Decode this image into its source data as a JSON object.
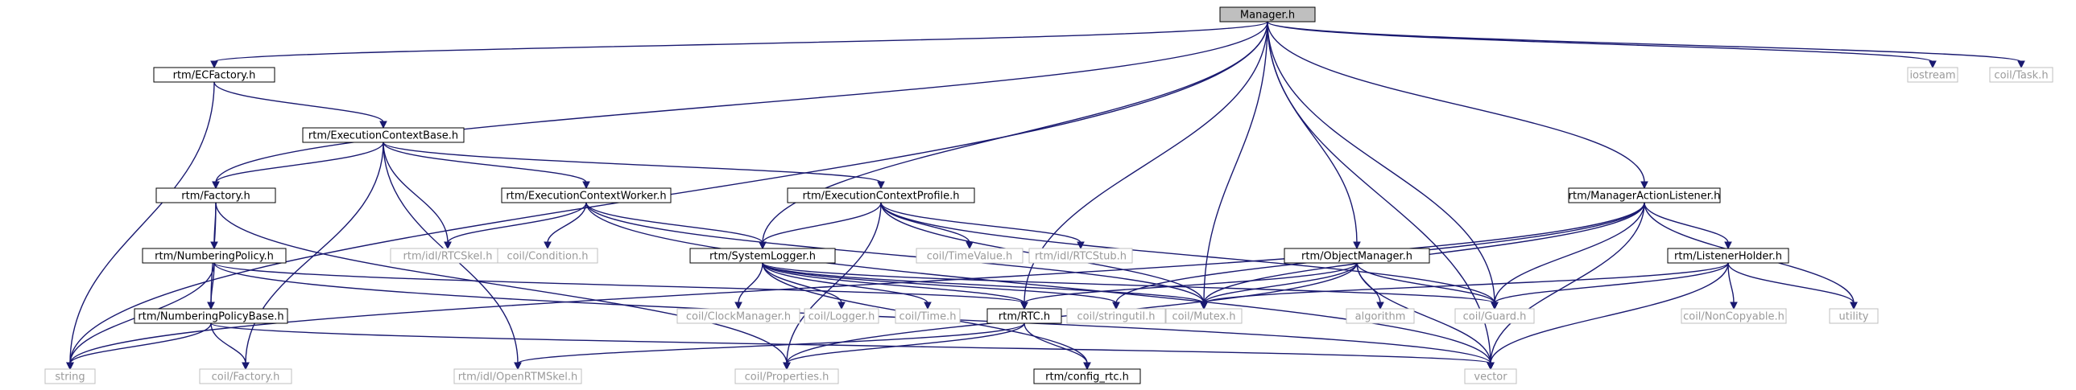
{
  "graph": {
    "colors": {
      "edge": "#191970",
      "root_fill": "#bfbfbf",
      "node_border": "#000000",
      "external_border": "#bfbfbf",
      "external_text": "#9a9a9a"
    },
    "nodes": {
      "manager": {
        "label": "Manager.h",
        "kind": "root"
      },
      "ecfactory": {
        "label": "rtm/ECFactory.h",
        "kind": "doc"
      },
      "ecbase": {
        "label": "rtm/ExecutionContextBase.h",
        "kind": "doc"
      },
      "factory": {
        "label": "rtm/Factory.h",
        "kind": "doc"
      },
      "ecworker": {
        "label": "rtm/ExecutionContextWorker.h",
        "kind": "doc"
      },
      "ecprofile": {
        "label": "rtm/ExecutionContextProfile.h",
        "kind": "doc"
      },
      "mal": {
        "label": "rtm/ManagerActionListener.h",
        "kind": "doc"
      },
      "numpolicy": {
        "label": "rtm/NumberingPolicy.h",
        "kind": "doc"
      },
      "syslogger": {
        "label": "rtm/SystemLogger.h",
        "kind": "doc"
      },
      "objmanager": {
        "label": "rtm/ObjectManager.h",
        "kind": "doc"
      },
      "listenerholder": {
        "label": "rtm/ListenerHolder.h",
        "kind": "doc"
      },
      "numpolicybase": {
        "label": "rtm/NumberingPolicyBase.h",
        "kind": "doc"
      },
      "rtc": {
        "label": "rtm/RTC.h",
        "kind": "doc"
      },
      "configrtc": {
        "label": "rtm/config_rtc.h",
        "kind": "doc"
      },
      "iostream": {
        "label": "iostream",
        "kind": "ext"
      },
      "task": {
        "label": "coil/Task.h",
        "kind": "ext"
      },
      "rtcskel": {
        "label": "rtm/idl/RTCSkel.h",
        "kind": "ext"
      },
      "condition": {
        "label": "coil/Condition.h",
        "kind": "ext"
      },
      "timevalue": {
        "label": "coil/TimeValue.h",
        "kind": "ext"
      },
      "rtcstub": {
        "label": "rtm/idl/RTCStub.h",
        "kind": "ext"
      },
      "clockmgr": {
        "label": "coil/ClockManager.h",
        "kind": "ext"
      },
      "logger": {
        "label": "coil/Logger.h",
        "kind": "ext"
      },
      "time": {
        "label": "coil/Time.h",
        "kind": "ext"
      },
      "stringutil": {
        "label": "coil/stringutil.h",
        "kind": "ext"
      },
      "mutex": {
        "label": "coil/Mutex.h",
        "kind": "ext"
      },
      "algorithm": {
        "label": "algorithm",
        "kind": "ext"
      },
      "guard": {
        "label": "coil/Guard.h",
        "kind": "ext"
      },
      "noncopyable": {
        "label": "coil/NonCopyable.h",
        "kind": "ext"
      },
      "utility": {
        "label": "utility",
        "kind": "ext"
      },
      "string": {
        "label": "string",
        "kind": "ext"
      },
      "coilfactory": {
        "label": "coil/Factory.h",
        "kind": "ext"
      },
      "openrtmskel": {
        "label": "rtm/idl/OpenRTMSkel.h",
        "kind": "ext"
      },
      "properties": {
        "label": "coil/Properties.h",
        "kind": "ext"
      },
      "vector": {
        "label": "vector",
        "kind": "ext"
      }
    },
    "edges": [
      [
        "manager",
        "ecfactory"
      ],
      [
        "manager",
        "factory"
      ],
      [
        "manager",
        "syslogger"
      ],
      [
        "manager",
        "rtc"
      ],
      [
        "manager",
        "mutex"
      ],
      [
        "manager",
        "objmanager"
      ],
      [
        "manager",
        "guard"
      ],
      [
        "manager",
        "mal"
      ],
      [
        "manager",
        "iostream"
      ],
      [
        "manager",
        "task"
      ],
      [
        "manager",
        "string"
      ],
      [
        "manager",
        "vector"
      ],
      [
        "ecfactory",
        "ecbase"
      ],
      [
        "ecfactory",
        "string"
      ],
      [
        "ecbase",
        "factory"
      ],
      [
        "ecbase",
        "rtcskel"
      ],
      [
        "ecbase",
        "ecworker"
      ],
      [
        "ecbase",
        "ecprofile"
      ],
      [
        "ecbase",
        "coilfactory"
      ],
      [
        "ecbase",
        "openrtmskel"
      ],
      [
        "factory",
        "numpolicy"
      ],
      [
        "factory",
        "numpolicybase"
      ],
      [
        "factory",
        "properties"
      ],
      [
        "ecworker",
        "rtcskel"
      ],
      [
        "ecworker",
        "condition"
      ],
      [
        "ecworker",
        "syslogger"
      ],
      [
        "ecworker",
        "mutex"
      ],
      [
        "ecworker",
        "vector"
      ],
      [
        "ecprofile",
        "syslogger"
      ],
      [
        "ecprofile",
        "timevalue"
      ],
      [
        "ecprofile",
        "rtcstub"
      ],
      [
        "ecprofile",
        "guard"
      ],
      [
        "ecprofile",
        "properties"
      ],
      [
        "ecprofile",
        "mutex"
      ],
      [
        "numpolicy",
        "numpolicybase"
      ],
      [
        "numpolicy",
        "string"
      ],
      [
        "numpolicy",
        "rtc"
      ],
      [
        "numpolicy",
        "vector"
      ],
      [
        "syslogger",
        "clockmgr"
      ],
      [
        "syslogger",
        "logger"
      ],
      [
        "syslogger",
        "time"
      ],
      [
        "syslogger",
        "rtc"
      ],
      [
        "syslogger",
        "stringutil"
      ],
      [
        "syslogger",
        "mutex"
      ],
      [
        "syslogger",
        "guard"
      ],
      [
        "syslogger",
        "configrtc"
      ],
      [
        "numpolicybase",
        "string"
      ],
      [
        "numpolicybase",
        "coilfactory"
      ],
      [
        "numpolicybase",
        "vector"
      ],
      [
        "rtc",
        "configrtc"
      ],
      [
        "rtc",
        "properties"
      ],
      [
        "rtc",
        "openrtmskel"
      ],
      [
        "objmanager",
        "rtc"
      ],
      [
        "objmanager",
        "mutex"
      ],
      [
        "objmanager",
        "algorithm"
      ],
      [
        "objmanager",
        "guard"
      ],
      [
        "objmanager",
        "vector"
      ],
      [
        "objmanager",
        "properties"
      ],
      [
        "mal",
        "listenerholder"
      ],
      [
        "mal",
        "mutex"
      ],
      [
        "mal",
        "stringutil"
      ],
      [
        "mal",
        "guard"
      ],
      [
        "mal",
        "utility"
      ],
      [
        "mal",
        "vector"
      ],
      [
        "mal",
        "string"
      ],
      [
        "listenerholder",
        "mutex"
      ],
      [
        "listenerholder",
        "guard"
      ],
      [
        "listenerholder",
        "noncopyable"
      ],
      [
        "listenerholder",
        "utility"
      ],
      [
        "listenerholder",
        "vector"
      ]
    ]
  }
}
